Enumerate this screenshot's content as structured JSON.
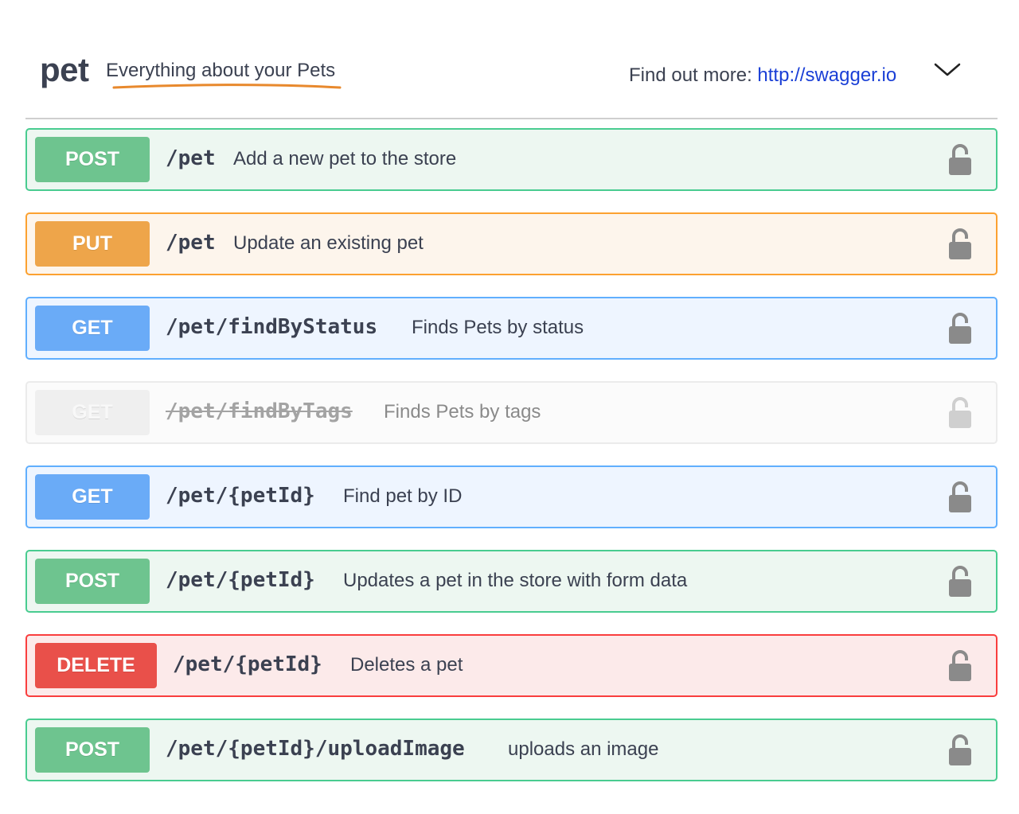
{
  "header": {
    "tag_name": "pet",
    "tag_description": "Everything about your Pets",
    "find_more_label": "Find out more:",
    "find_more_link": "http://swagger.io",
    "collapse_icon": "chevron-down-icon"
  },
  "colors": {
    "post": "#49cc90",
    "put": "#fca130",
    "get": "#61affe",
    "delete": "#f93e3e",
    "deprecated": "#ebebeb",
    "link": "#1a3fd6",
    "underline": "#e8892d"
  },
  "operations": [
    {
      "method": "POST",
      "path": "/pet",
      "summary": "Add a new pet to the store",
      "lock_icon": "lock-icon"
    },
    {
      "method": "PUT",
      "path": "/pet",
      "summary": "Update an existing pet",
      "lock_icon": "lock-icon"
    },
    {
      "method": "GET",
      "path": "/pet/findByStatus",
      "summary": "Finds Pets by status",
      "lock_icon": "lock-icon"
    },
    {
      "method": "GET",
      "path": "/pet/findByTags",
      "summary": "Finds Pets by tags",
      "deprecated": true,
      "lock_icon": "lock-icon"
    },
    {
      "method": "GET",
      "path": "/pet/{petId}",
      "summary": "Find pet by ID",
      "lock_icon": "lock-icon"
    },
    {
      "method": "POST",
      "path": "/pet/{petId}",
      "summary": "Updates a pet in the store with form data",
      "lock_icon": "lock-icon"
    },
    {
      "method": "DELETE",
      "path": "/pet/{petId}",
      "summary": "Deletes a pet",
      "lock_icon": "lock-icon"
    },
    {
      "method": "POST",
      "path": "/pet/{petId}/uploadImage",
      "summary": "uploads an image",
      "lock_icon": "lock-icon"
    }
  ]
}
